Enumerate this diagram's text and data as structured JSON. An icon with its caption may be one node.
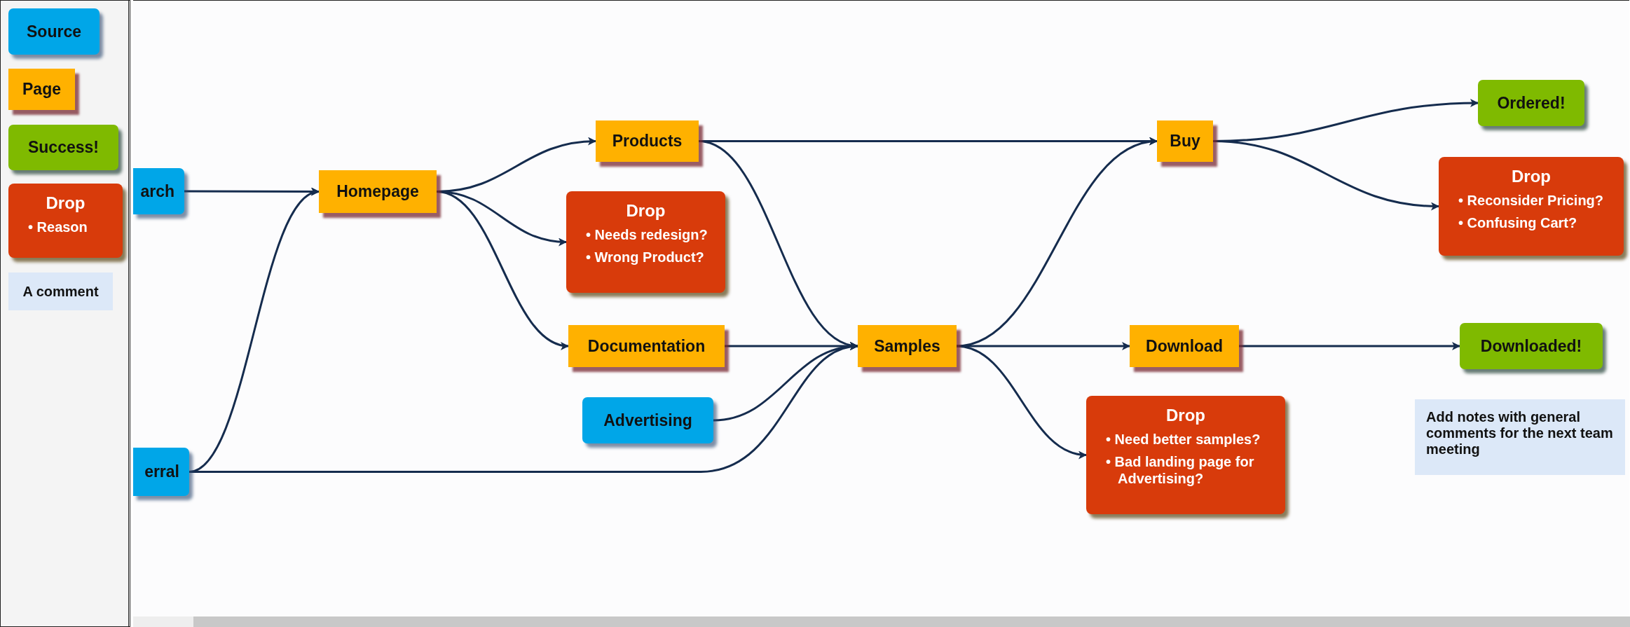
{
  "diagram": {
    "nodes": [
      {
        "text": [
          "Source"
        ]
      },
      {
        "text": [
          "Page"
        ]
      },
      {
        "text": [
          "Success!"
        ]
      },
      {
        "text": [
          "Drop",
          "• Reason"
        ]
      },
      {
        "text": [
          "A comment"
        ]
      },
      {
        "text": [
          "arch"
        ]
      },
      {
        "text": [
          "erral"
        ]
      },
      {
        "text": [
          "Homepage"
        ]
      },
      {
        "text": [
          "Products"
        ]
      },
      {
        "text": [
          "Drop",
          "• Needs redesign?",
          "• Wrong Product?"
        ]
      },
      {
        "text": [
          "Documentation"
        ]
      },
      {
        "text": [
          "Advertising"
        ]
      },
      {
        "text": [
          "Samples"
        ]
      },
      {
        "text": [
          "Buy"
        ]
      },
      {
        "text": [
          "Ordered!"
        ]
      },
      {
        "text": [
          "Drop",
          "• Reconsider Pricing?",
          "• Confusing Cart?"
        ]
      },
      {
        "text": [
          "Download"
        ]
      },
      {
        "text": [
          "Downloaded!"
        ]
      },
      {
        "text": [
          "Drop",
          "• Need better samples?",
          "• Bad landing page for Advertising?"
        ]
      },
      {
        "text": [
          "Add notes with general comments for the next team meeting"
        ]
      }
    ],
    "edges": [
      {
        "from": 5,
        "to": 7,
        "arrow": "to"
      },
      {
        "from": 6,
        "to": 7,
        "arrow": "to"
      },
      {
        "from": 6,
        "to": 12,
        "arrow": "to"
      },
      {
        "from": 7,
        "to": 8,
        "arrow": "to"
      },
      {
        "from": 7,
        "to": 9,
        "arrow": "to"
      },
      {
        "from": 7,
        "to": 10,
        "arrow": "to"
      },
      {
        "from": 8,
        "to": 13,
        "arrow": "to"
      },
      {
        "from": 8,
        "to": 12,
        "arrow": "to"
      },
      {
        "from": 10,
        "to": 12,
        "arrow": "to"
      },
      {
        "from": 11,
        "to": 12,
        "arrow": "to"
      },
      {
        "from": 12,
        "to": 13,
        "arrow": "to"
      },
      {
        "from": 12,
        "to": 16,
        "arrow": "to"
      },
      {
        "from": 12,
        "to": 18,
        "arrow": "to"
      },
      {
        "from": 13,
        "to": 14,
        "arrow": "to"
      },
      {
        "from": 13,
        "to": 15,
        "arrow": "to"
      },
      {
        "from": 16,
        "to": 17,
        "arrow": "to"
      }
    ]
  }
}
